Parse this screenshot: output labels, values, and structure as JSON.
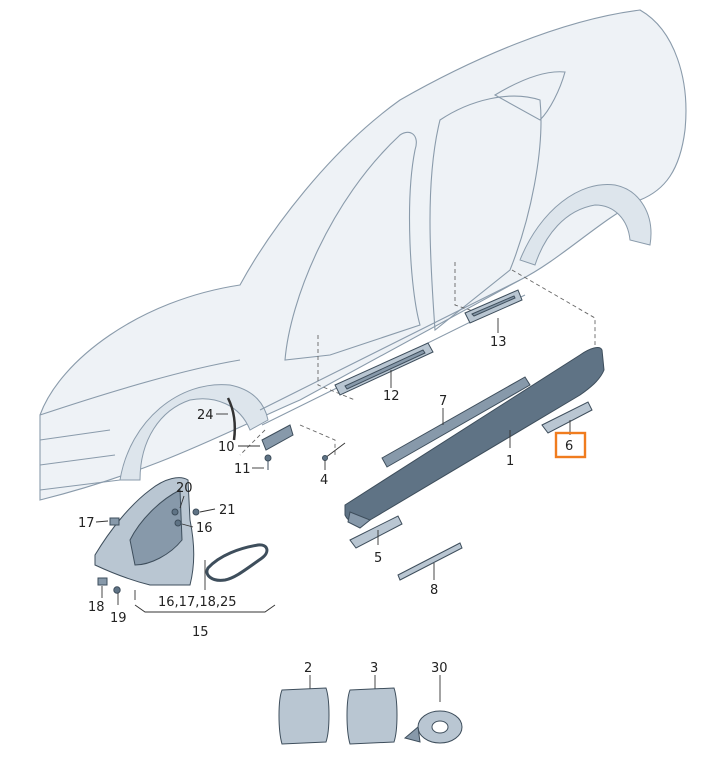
{
  "diagram": {
    "callouts": [
      {
        "id": "c1",
        "text": "1"
      },
      {
        "id": "c2",
        "text": "2"
      },
      {
        "id": "c3",
        "text": "3"
      },
      {
        "id": "c4",
        "text": "4"
      },
      {
        "id": "c5",
        "text": "5"
      },
      {
        "id": "c6",
        "text": "6",
        "highlighted": true
      },
      {
        "id": "c7",
        "text": "7"
      },
      {
        "id": "c8",
        "text": "8"
      },
      {
        "id": "c10",
        "text": "10"
      },
      {
        "id": "c11",
        "text": "11"
      },
      {
        "id": "c12",
        "text": "12"
      },
      {
        "id": "c13",
        "text": "13"
      },
      {
        "id": "c15",
        "text": "15"
      },
      {
        "id": "c16a",
        "text": "16"
      },
      {
        "id": "c16group",
        "text": "16,17,18,25"
      },
      {
        "id": "c17",
        "text": "17"
      },
      {
        "id": "c18",
        "text": "18"
      },
      {
        "id": "c19",
        "text": "19"
      },
      {
        "id": "c20",
        "text": "20"
      },
      {
        "id": "c21",
        "text": "21"
      },
      {
        "id": "c24",
        "text": "24"
      },
      {
        "id": "c30",
        "text": "30"
      }
    ],
    "highlight_color": "#f07c1e",
    "part_color": "#5f7385"
  }
}
